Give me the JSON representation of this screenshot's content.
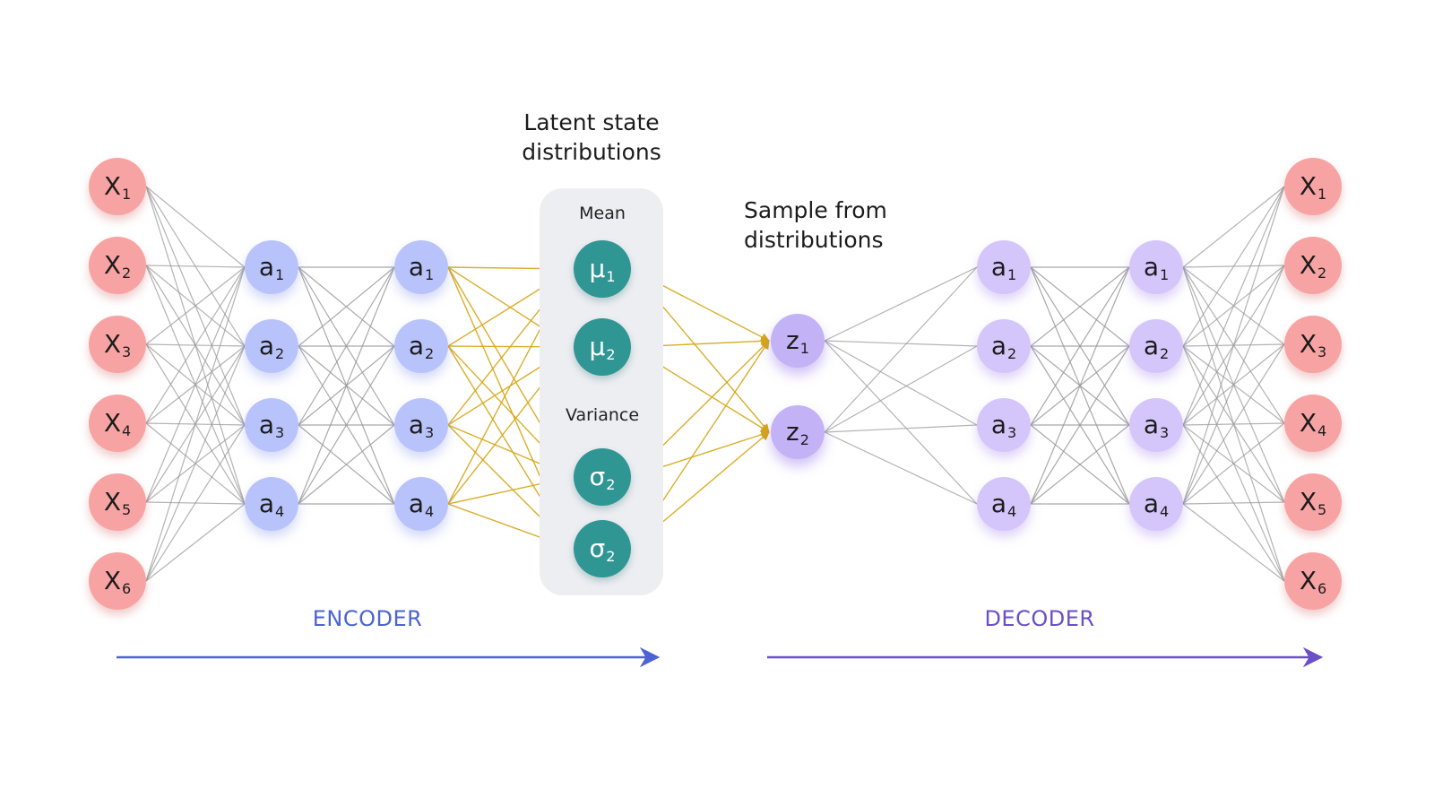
{
  "titles": {
    "latent": "Latent state distributions",
    "sample": "Sample from distributions",
    "mean": "Mean",
    "variance": "Variance",
    "encoder": "ENCODER",
    "decoder": "DECODER"
  },
  "layers": {
    "input": [
      {
        "sym": "X",
        "sub": "1"
      },
      {
        "sym": "X",
        "sub": "2"
      },
      {
        "sym": "X",
        "sub": "3"
      },
      {
        "sym": "X",
        "sub": "4"
      },
      {
        "sym": "X",
        "sub": "5"
      },
      {
        "sym": "X",
        "sub": "6"
      }
    ],
    "enc1": [
      {
        "sym": "a",
        "sub": "1"
      },
      {
        "sym": "a",
        "sub": "2"
      },
      {
        "sym": "a",
        "sub": "3"
      },
      {
        "sym": "a",
        "sub": "4"
      }
    ],
    "enc2": [
      {
        "sym": "a",
        "sub": "1"
      },
      {
        "sym": "a",
        "sub": "2"
      },
      {
        "sym": "a",
        "sub": "3"
      },
      {
        "sym": "a",
        "sub": "4"
      }
    ],
    "latent": [
      {
        "sym": "μ",
        "sub": "1"
      },
      {
        "sym": "μ",
        "sub": "2"
      },
      {
        "sym": "σ",
        "sub": "2"
      },
      {
        "sym": "σ",
        "sub": "2"
      }
    ],
    "z": [
      {
        "sym": "z",
        "sub": "1"
      },
      {
        "sym": "z",
        "sub": "2"
      }
    ],
    "dec1": [
      {
        "sym": "a",
        "sub": "1"
      },
      {
        "sym": "a",
        "sub": "2"
      },
      {
        "sym": "a",
        "sub": "3"
      },
      {
        "sym": "a",
        "sub": "4"
      }
    ],
    "dec2": [
      {
        "sym": "a",
        "sub": "1"
      },
      {
        "sym": "a",
        "sub": "2"
      },
      {
        "sym": "a",
        "sub": "3"
      },
      {
        "sym": "a",
        "sub": "4"
      }
    ],
    "output": [
      {
        "sym": "X",
        "sub": "1"
      },
      {
        "sym": "X",
        "sub": "2"
      },
      {
        "sym": "X",
        "sub": "3"
      },
      {
        "sym": "X",
        "sub": "4"
      },
      {
        "sym": "X",
        "sub": "5"
      },
      {
        "sym": "X",
        "sub": "6"
      }
    ]
  },
  "colors": {
    "input": "#f8a3a3",
    "encoder": "#b9c3fb",
    "latent": "#2f9694",
    "z": "#c4b2f6",
    "decoder": "#d4c6fa",
    "gray_edge": "#9a9a9a",
    "gold_edge": "#d6a514",
    "encoder_arrow": "#4c63d2",
    "decoder_arrow": "#6a4fc8"
  }
}
